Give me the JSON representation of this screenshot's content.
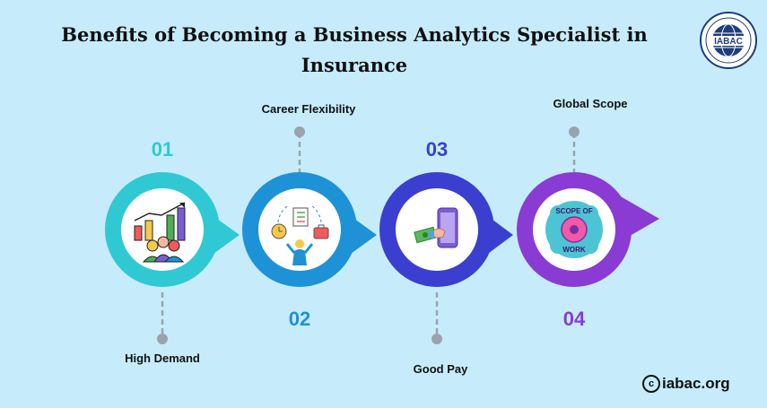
{
  "header": {
    "title": "Benefits of Becoming a Business Analytics Specialist in Insurance",
    "logo_text": "IABAC"
  },
  "steps": [
    {
      "number": "01",
      "label": "High Demand",
      "icon": "growth-chart-people-icon",
      "color": "#30c9d3"
    },
    {
      "number": "02",
      "label": "Career Flexibility",
      "icon": "career-flexibility-icon",
      "color": "#1e92d6"
    },
    {
      "number": "03",
      "label": "Good Pay",
      "icon": "phone-payment-icon",
      "color": "#3a3fd0"
    },
    {
      "number": "04",
      "label": "Global Scope",
      "icon": "scope-of-work-badge-icon",
      "color": "#8a3bd4"
    }
  ],
  "badge": {
    "line1": "SCOPE OF",
    "line2": "WORK"
  },
  "footer": {
    "symbol": "c",
    "site": "iabac.org"
  }
}
